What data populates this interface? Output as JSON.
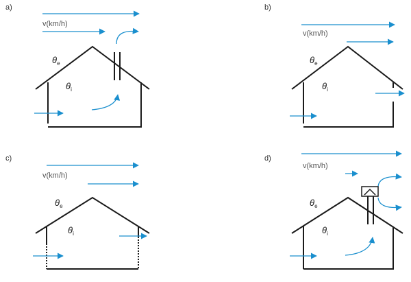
{
  "colors": {
    "arrow": "#1a8fce",
    "house": "#1a1a1a"
  },
  "panels": [
    {
      "label": "a)",
      "velocity": "v(km/h)",
      "theta_e": "θ",
      "theta_e_sub": "e",
      "theta_i": "θ",
      "theta_i_sub": "i"
    },
    {
      "label": "b)",
      "velocity": "v(km/h)",
      "theta_e": "θ",
      "theta_e_sub": "e",
      "theta_i": "θ",
      "theta_i_sub": "i"
    },
    {
      "label": "c)",
      "velocity": "v(km/h)",
      "theta_e": "θ",
      "theta_e_sub": "e",
      "theta_i": "θ",
      "theta_i_sub": "i"
    },
    {
      "label": "d)",
      "velocity": "v(km/h)",
      "theta_e": "θ",
      "theta_e_sub": "e",
      "theta_i": "θ",
      "theta_i_sub": "i"
    }
  ]
}
